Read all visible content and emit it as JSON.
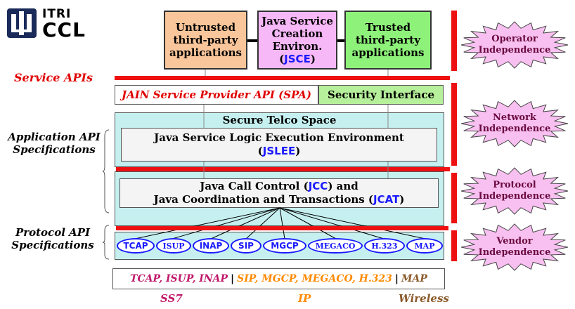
{
  "logo": {
    "top_text": "ITRI",
    "main_text": "CCL"
  },
  "apps": {
    "untrusted": [
      "Untrusted",
      "third-party",
      "applications"
    ],
    "jsce_lines": [
      "Java Service",
      "Creation",
      "Environ."
    ],
    "jsce_abbr": "JSCE",
    "trusted": [
      "Trusted",
      "third-party",
      "applications"
    ]
  },
  "left_labels": {
    "service_apis": "Service APIs",
    "app_api": [
      "Application API",
      "Specifications"
    ],
    "proto_api": [
      "Protocol API",
      "Specifications"
    ]
  },
  "spa": "JAIN Service Provider API (SPA)",
  "security": "Security Interface",
  "telco_title": "Secure Telco Space",
  "jslee": {
    "line1": "Java Service Logic Execution Environment",
    "abbr": "JSLEE"
  },
  "jcc": {
    "line1_pre": "Java Call Control (",
    "abbr1": "JCC",
    "line1_post": ") and",
    "line2_pre": "Java Coordination and Transactions (",
    "abbr2": "JCAT",
    "line2_post": ")"
  },
  "protocols": [
    "TCAP",
    "ISUP",
    "INAP",
    "SIP",
    "MGCP",
    "MEGACO",
    "H.323",
    "MAP"
  ],
  "bottom": {
    "ss7_list": "TCAP, ISUP, INAP",
    "ip_list": "SIP, MGCP, MEGACO, H.323",
    "wireless_list": "MAP",
    "sep": "|",
    "labels": [
      "SS7",
      "IP",
      "Wireless"
    ]
  },
  "independence": [
    [
      "Operator",
      "Independence"
    ],
    [
      "Network",
      "Independence"
    ],
    [
      "Protocol",
      "Independence"
    ],
    [
      "Vendor",
      "Independence"
    ]
  ],
  "colors": {
    "red_bar": "#ee1111",
    "teal_area": "#c6f0f0",
    "protocol_blue": "#1a1aff",
    "star_fill": "#f8c0f0",
    "ss7": "#c0186a",
    "ip": "#ff8a00",
    "wireless": "#8b5a2b"
  }
}
